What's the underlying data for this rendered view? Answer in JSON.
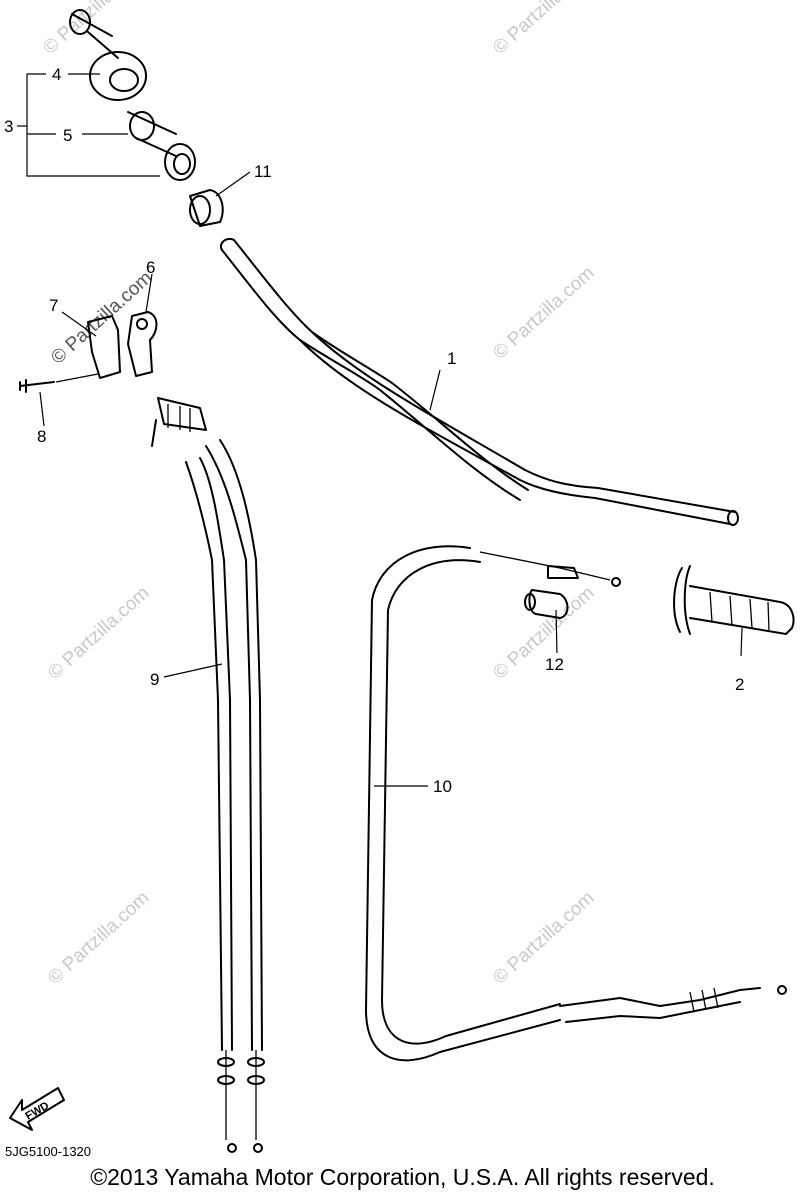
{
  "callouts": {
    "c1": "1",
    "c2": "2",
    "c3": "3",
    "c4": "4",
    "c5": "5",
    "c6": "6",
    "c7": "7",
    "c8": "8",
    "c9": "9",
    "c10": "10",
    "c11": "11",
    "c12": "12"
  },
  "watermark": "© Partzilla.com",
  "direction_arrow": "FWD",
  "part_code": "5JG5100-1320",
  "copyright": "©2013  Yamaha Motor Corporation, U.S.A. All rights reserved."
}
